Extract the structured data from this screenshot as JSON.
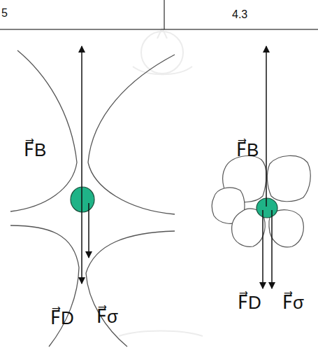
{
  "diagram": {
    "labels": [
      "5",
      "4.3",
      "F⃗B",
      "F⃗D",
      "F⃗σ",
      "F⃗B",
      "F⃗D",
      "F⃗σ"
    ]
  }
}
